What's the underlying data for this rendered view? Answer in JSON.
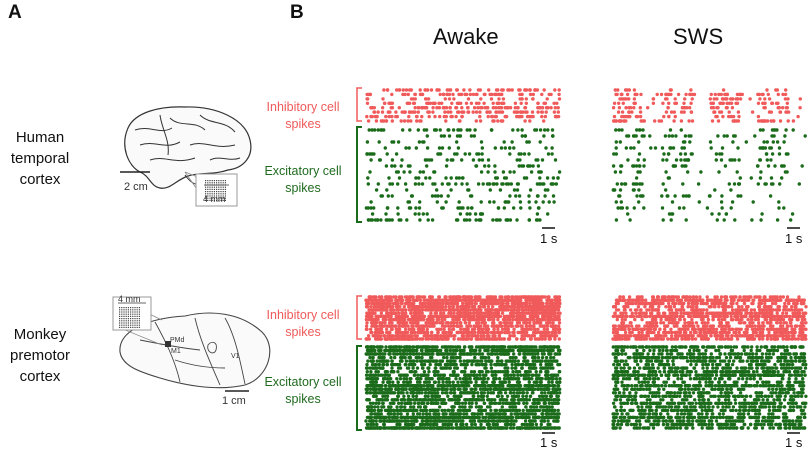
{
  "panel_a_letter": "A",
  "panel_b_letter": "B",
  "columns": {
    "awake": "Awake",
    "sws": "SWS"
  },
  "rows": [
    {
      "species_label_line1": "Human",
      "species_label_line2": "temporal",
      "species_label_line3": "cortex",
      "brain_scale": "2 cm",
      "array_scale": "4 mm"
    },
    {
      "species_label_line1": "Monkey",
      "species_label_line2": "premotor",
      "species_label_line3": "cortex",
      "brain_scale": "1 cm",
      "array_scale": "4 mm",
      "area_labels": [
        "PMd",
        "M1",
        "V1"
      ]
    }
  ],
  "raster_labels": {
    "inhibitory_line1": "Inhibitory cell",
    "inhibitory_line2": "spikes",
    "excitatory_line1": "Excitatory cell",
    "excitatory_line2": "spikes"
  },
  "time_scale_label": "1 s",
  "colors": {
    "inhibitory": "#f05a5a",
    "excitatory": "#1a6b1a"
  }
}
